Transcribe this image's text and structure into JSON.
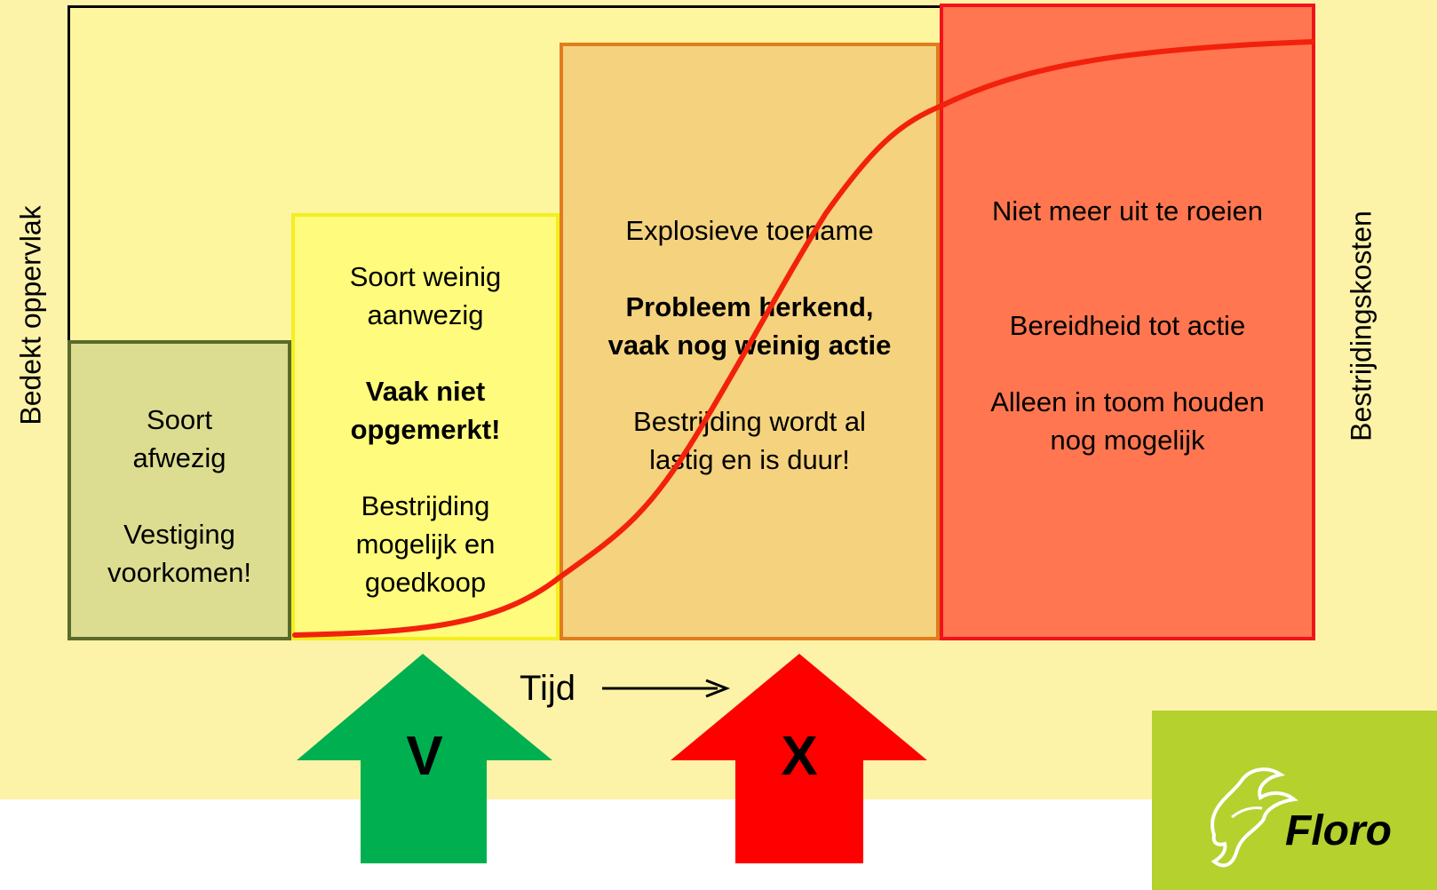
{
  "axes": {
    "y_left": "Bedekt oppervlak",
    "y_right": "Bestrijdingskosten",
    "x": "Tijd"
  },
  "stages": [
    {
      "lines": [
        "Soort",
        "afwezig",
        "",
        "Vestiging",
        "voorkomen!"
      ],
      "bold": []
    },
    {
      "lines": [
        "Soort weinig",
        "aanwezig",
        "",
        "Vaak niet",
        "opgemerkt!",
        "",
        "Bestrijding",
        "mogelijk en",
        "goedkoop"
      ],
      "bold": [
        3,
        4
      ]
    },
    {
      "lines": [
        "Explosieve toename",
        "",
        "Probleem herkend,",
        "vaak nog weinig actie",
        "",
        "Bestrijding wordt al",
        "lastig en is duur!"
      ],
      "bold": [
        2,
        3
      ]
    },
    {
      "lines": [
        "Niet meer uit te roeien",
        "",
        "",
        "Bereidheid tot actie",
        "",
        "Alleen in toom houden",
        "nog mogelijk"
      ],
      "bold": []
    }
  ],
  "arrows": {
    "good": "V",
    "bad": "X"
  },
  "logo": {
    "text": "Floro"
  },
  "colors": {
    "stage1": "#dcdd90",
    "stage2": "#fffb7c",
    "stage3": "#f5d27d",
    "stage4": "#ff7650",
    "curve": "#f2210b",
    "arrow_good": "#00b050",
    "arrow_bad": "#ff0000"
  }
}
